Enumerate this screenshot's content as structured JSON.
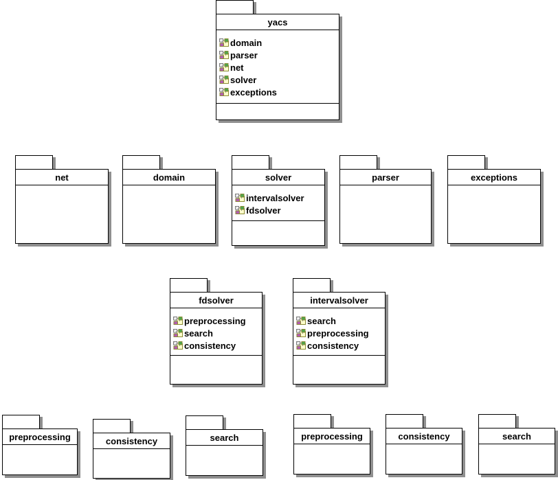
{
  "diagram": {
    "kind": "uml-package-diagram",
    "colors": {
      "background": "#ffffff",
      "package_fill": "#ffffff",
      "border": "#000000",
      "shadow": "#8f8f8f",
      "icon_folder": "#ffffcc",
      "icon_green": "#4da64d",
      "icon_purple": "#b35cb3",
      "icon_olive_border": "#8a8a33"
    },
    "icons": {
      "item_icon": "package-icon"
    }
  },
  "packages": {
    "yacs": {
      "name": "yacs",
      "items": [
        "domain",
        "parser",
        "net",
        "solver",
        "exceptions"
      ]
    },
    "net": {
      "name": "net",
      "items": []
    },
    "domain": {
      "name": "domain",
      "items": []
    },
    "solver": {
      "name": "solver",
      "items": [
        "intervalsolver",
        "fdsolver"
      ]
    },
    "parser": {
      "name": "parser",
      "items": []
    },
    "exceptions": {
      "name": "exceptions",
      "items": []
    },
    "fdsolver": {
      "name": "fdsolver",
      "items": [
        "preprocessing",
        "search",
        "consistency"
      ]
    },
    "intervalsolver": {
      "name": "intervalsolver",
      "items": [
        "search",
        "preprocessing",
        "consistency"
      ]
    },
    "preprocessing_1": {
      "name": "preprocessing",
      "items": []
    },
    "consistency_1": {
      "name": "consistency",
      "items": []
    },
    "search_1": {
      "name": "search",
      "items": []
    },
    "preprocessing_2": {
      "name": "preprocessing",
      "items": []
    },
    "consistency_2": {
      "name": "consistency",
      "items": []
    },
    "search_2": {
      "name": "search",
      "items": []
    }
  }
}
